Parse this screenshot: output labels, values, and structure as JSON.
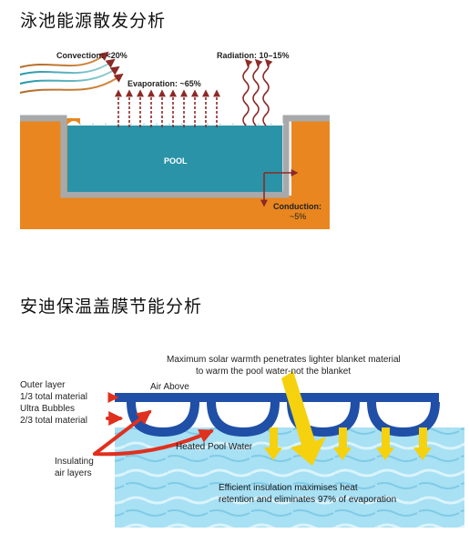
{
  "section1": {
    "heading": "泳池能源散发分析",
    "convection": "Convection: <20%",
    "radiation": "Radiation: 10–15%",
    "evaporation": "Evaporation: ~65%",
    "pool": "POOL",
    "conduction_1": "Conduction:",
    "conduction_2": "~5%"
  },
  "section2": {
    "heading": "安迪保温盖膜节能分析",
    "solar_1": "Maximum solar warmth penetrates lighter blanket material",
    "solar_2": "to warm the pool water-not the blanket",
    "outer_1": "Outer layer",
    "outer_2": "1/3 total material",
    "ultra_1": "Ultra Bubbles",
    "ultra_2": "2/3 total material",
    "air_above": "Air Above",
    "insulating_1": "Insulating",
    "insulating_2": "air layers",
    "heated": "Heated Pool Water",
    "efficient_1": "Efficient insulation maximises heat",
    "efficient_2": "retention and eliminates 97% of evaporation"
  },
  "colors": {
    "ground": "#e9861f",
    "pool_water": "#2b93a8",
    "pool_wall": "#a7a9ab",
    "arrow_red": "#8b2a26",
    "blanket_blue": "#1f4fa6",
    "water_light": "#9fdcf0",
    "yellow": "#f5d10e",
    "red": "#e0301e"
  }
}
